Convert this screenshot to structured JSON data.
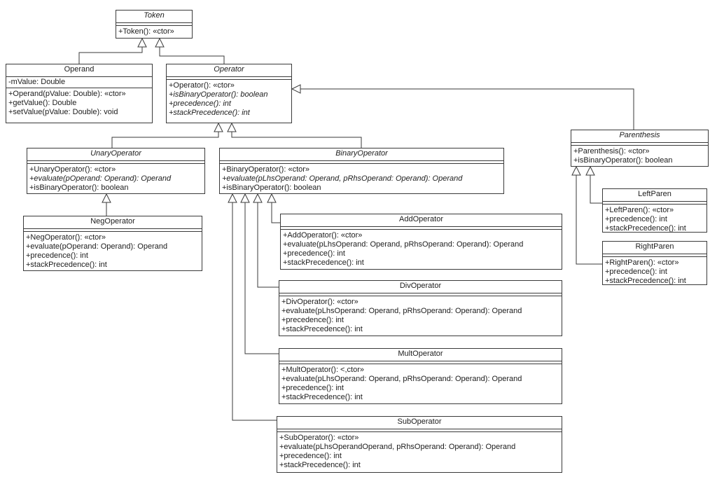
{
  "diagram": {
    "title": "Token class hierarchy UML diagram",
    "background_color": "#ffffff",
    "line_color": "#3a3a3a",
    "guillemet_ctor": "«ctor»"
  },
  "classes": {
    "token": {
      "name": "Token",
      "abstract": true,
      "attributes": [],
      "methods": [
        {
          "text": "+Token(): «ctor»"
        }
      ]
    },
    "operand": {
      "name": "Operand",
      "abstract": false,
      "attributes": [
        {
          "text": "-mValue: Double"
        }
      ],
      "methods": [
        {
          "text": "+Operand(pValue: Double): «ctor»"
        },
        {
          "text": "+getValue(): Double"
        },
        {
          "text": "+setValue(pValue: Double): void"
        }
      ]
    },
    "operator": {
      "name": "Operator",
      "abstract": true,
      "attributes": [],
      "methods": [
        {
          "text": "+Operator(): «ctor»"
        },
        {
          "text": "+isBinaryOperator(): boolean",
          "italic": true
        },
        {
          "text": "+precedence(): int",
          "italic": true
        },
        {
          "text": "+stackPrecedence(): int",
          "italic": true
        }
      ]
    },
    "unary_operator": {
      "name": "UnaryOperator",
      "abstract": true,
      "attributes": [],
      "methods": [
        {
          "text": "+UnaryOperator(): «ctor»"
        },
        {
          "text": "+evaluate(pOperand: Operand): Operand",
          "italic": true
        },
        {
          "text": "+isBinaryOperator(): boolean"
        }
      ]
    },
    "binary_operator": {
      "name": "BinaryOperator",
      "abstract": true,
      "attributes": [],
      "methods": [
        {
          "text": "+BinaryOperator(): «ctor»"
        },
        {
          "text": "+evaluate(pLhsOperand: Operand, pRhsOperand: Operand): Operand",
          "italic": true
        },
        {
          "text": "+isBinaryOperator(): boolean"
        }
      ]
    },
    "neg_operator": {
      "name": "NegOperator",
      "abstract": false,
      "attributes": [],
      "methods": [
        {
          "text": "+NegOperator(): «ctor»"
        },
        {
          "text": "+evaluate(pOperand: Operand): Operand"
        },
        {
          "text": "+precedence(): int"
        },
        {
          "text": "+stackPrecedence(): int"
        }
      ]
    },
    "add_operator": {
      "name": "AddOperator",
      "abstract": false,
      "attributes": [],
      "methods": [
        {
          "text": "+AddOperator(): «ctor»"
        },
        {
          "text": "+evaluate(pLhsOperand: Operand, pRhsOperand: Operand): Operand"
        },
        {
          "text": "+precedence(): int"
        },
        {
          "text": "+stackPrecedence(): int"
        }
      ]
    },
    "div_operator": {
      "name": "DivOperator",
      "abstract": false,
      "attributes": [],
      "methods": [
        {
          "text": "+DivOperator(): «ctor»"
        },
        {
          "text": "+evaluate(pLhsOperand: Operand, pRhsOperand: Operand): Operand"
        },
        {
          "text": "+precedence(): int"
        },
        {
          "text": "+stackPrecedence(): int"
        }
      ]
    },
    "mult_operator": {
      "name": "MultOperator",
      "abstract": false,
      "attributes": [],
      "methods": [
        {
          "text": "+MultOperator(): <,ctor»"
        },
        {
          "text": "+evaluate(pLhsOperand: Operand, pRhsOperand: Operand): Operand"
        },
        {
          "text": "+precedence(): int"
        },
        {
          "text": "+stackPrecedence(): int"
        }
      ]
    },
    "sub_operator": {
      "name": "SubOperator",
      "abstract": false,
      "attributes": [],
      "methods": [
        {
          "text": "+SubOperator(): «ctor»"
        },
        {
          "text": "+evaluate(pLhsOperandOperand, pRhsOperand: Operand): Operand"
        },
        {
          "text": "+precedence(): int"
        },
        {
          "text": "+stackPrecedence(): int"
        }
      ]
    },
    "parenthesis": {
      "name": "Parenthesis",
      "abstract": true,
      "attributes": [],
      "methods": [
        {
          "text": "+Parenthesis(): «ctor»"
        },
        {
          "text": "+isBinaryOperator(): boolean"
        }
      ]
    },
    "left_paren": {
      "name": "LeftParen",
      "abstract": false,
      "attributes": [],
      "methods": [
        {
          "text": "+LeftParen(): «ctor»"
        },
        {
          "text": "+precedence(): int"
        },
        {
          "text": "+stackPrecedence(): int"
        }
      ]
    },
    "right_paren": {
      "name": "RightParen",
      "abstract": false,
      "attributes": [],
      "methods": [
        {
          "text": "+RightParen(): «ctor»"
        },
        {
          "text": "+precedence(): int"
        },
        {
          "text": "+stackPrecedence(): int"
        }
      ]
    }
  },
  "relationships": [
    {
      "from": "Operand",
      "to": "Token",
      "type": "generalization"
    },
    {
      "from": "Operator",
      "to": "Token",
      "type": "generalization"
    },
    {
      "from": "UnaryOperator",
      "to": "Operator",
      "type": "generalization"
    },
    {
      "from": "BinaryOperator",
      "to": "Operator",
      "type": "generalization"
    },
    {
      "from": "Parenthesis",
      "to": "Operator",
      "type": "generalization"
    },
    {
      "from": "NegOperator",
      "to": "UnaryOperator",
      "type": "generalization"
    },
    {
      "from": "AddOperator",
      "to": "BinaryOperator",
      "type": "generalization"
    },
    {
      "from": "DivOperator",
      "to": "BinaryOperator",
      "type": "generalization"
    },
    {
      "from": "MultOperator",
      "to": "BinaryOperator",
      "type": "generalization"
    },
    {
      "from": "SubOperator",
      "to": "BinaryOperator",
      "type": "generalization"
    },
    {
      "from": "LeftParen",
      "to": "Parenthesis",
      "type": "generalization"
    },
    {
      "from": "RightParen",
      "to": "Parenthesis",
      "type": "generalization"
    }
  ]
}
